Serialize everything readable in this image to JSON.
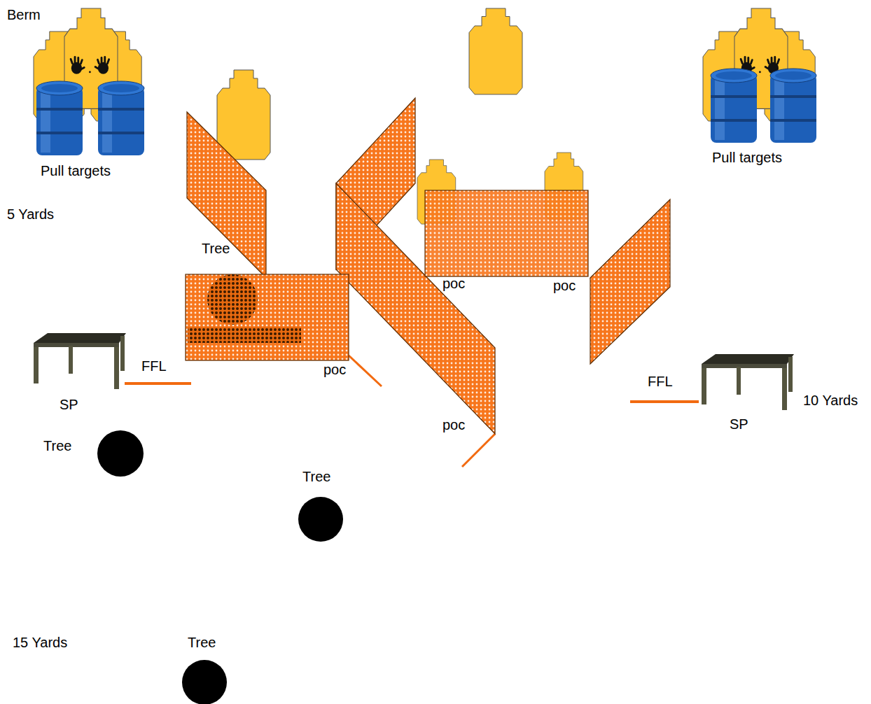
{
  "diagram": {
    "nodes": [
      {
        "text": [
          "Pull targets"
        ]
      },
      {
        "text": [
          "Pull targets"
        ]
      },
      {
        "text": [
          "SP"
        ]
      },
      {
        "text": [
          "SP"
        ]
      },
      {
        "text": [
          "Tree"
        ]
      },
      {
        "text": [
          "Tree"
        ]
      },
      {
        "text": [
          "Tree"
        ]
      }
    ],
    "labels": [
      "Berm",
      "5 Yards",
      "Tree",
      "poc",
      "poc",
      "poc",
      "poc",
      "FFL",
      "FFL",
      "10 Yards",
      "15 Yards"
    ]
  }
}
